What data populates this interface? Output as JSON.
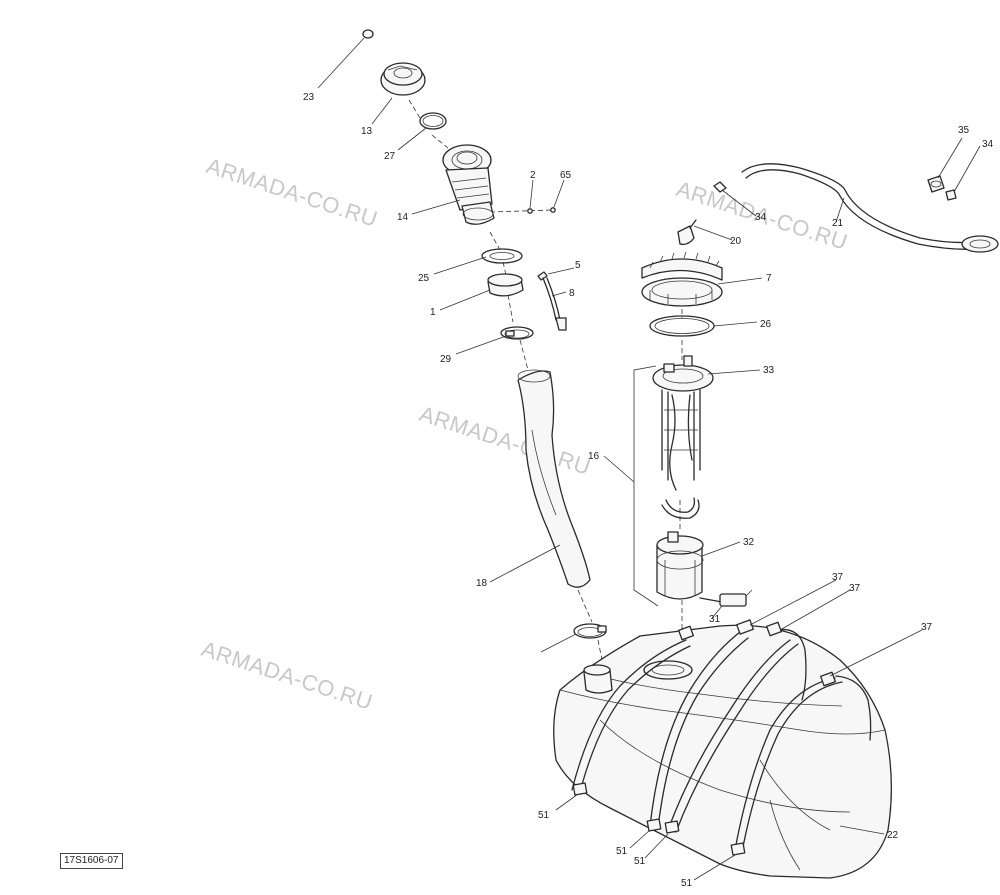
{
  "diagram": {
    "reference_code": "17S1606-07",
    "watermark": "ARMADA-CO.RU",
    "callouts": [
      "23",
      "13",
      "27",
      "14",
      "2",
      "65",
      "25",
      "1",
      "29",
      "5",
      "8",
      "7",
      "26",
      "33",
      "16",
      "18",
      "32",
      "31",
      "35",
      "34",
      "21",
      "20",
      "37",
      "22",
      "51"
    ]
  }
}
